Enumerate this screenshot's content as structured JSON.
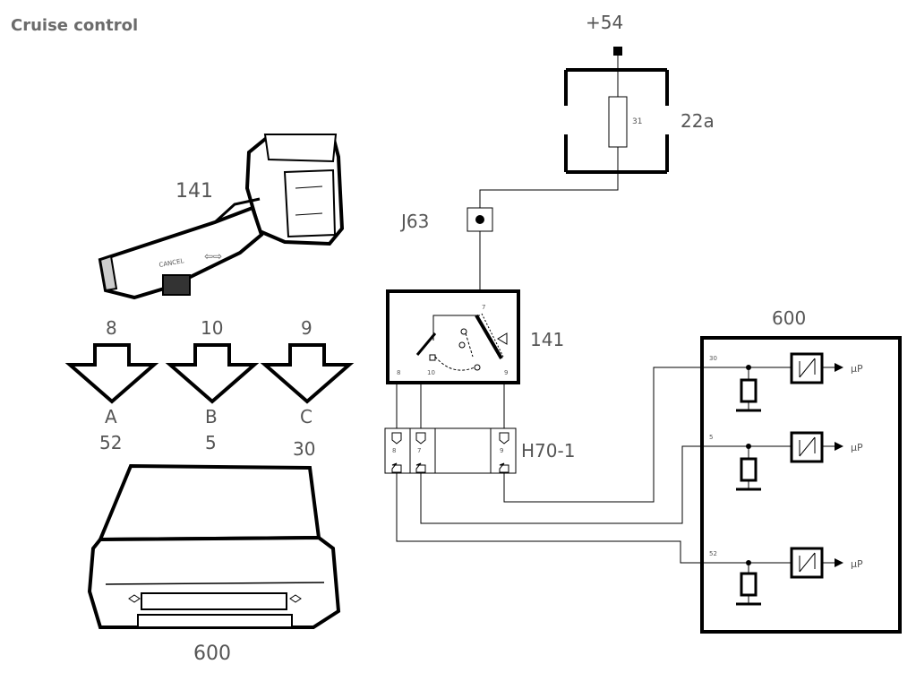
{
  "title": "Cruise control",
  "labels": {
    "supply": "+54",
    "fuse_box": "22a",
    "fuse_pin": "31",
    "junction": "J63",
    "switch": "141",
    "switch_left": "141",
    "connector": "H70-1",
    "ecu": "600",
    "ecu_bottom": "600",
    "switch_pin_a": "8",
    "switch_pin_b": "10",
    "switch_pin_c": "9",
    "switch_pin_top": "7",
    "conn_pin_a": "8",
    "conn_pin_b": "7",
    "conn_pin_c": "9",
    "ecu_pin_1": "30",
    "ecu_pin_2": "5",
    "ecu_pin_3": "52",
    "ecu_out_1": "µP",
    "ecu_out_2": "µP",
    "ecu_out_3": "µP"
  },
  "arrows": [
    {
      "from": "8",
      "letter": "A",
      "to": "52"
    },
    {
      "from": "10",
      "letter": "B",
      "to": "5"
    },
    {
      "from": "9",
      "letter": "C",
      "to": "30"
    }
  ],
  "stalk_text": "CANCEL"
}
